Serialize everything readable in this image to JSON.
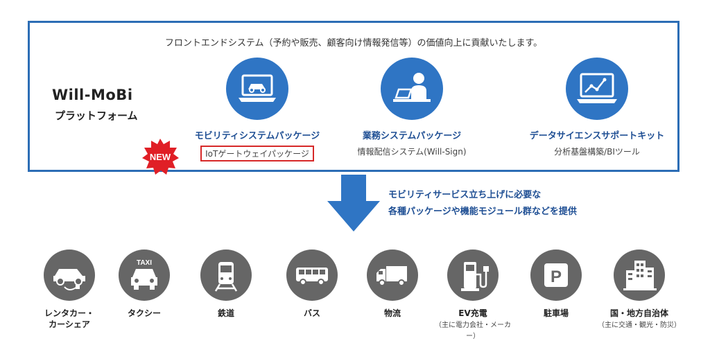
{
  "header": "フロントエンドシステム（予約や販売、顧客向け情報発信等）の価値向上に貢献いたします。",
  "brand": {
    "logo_left": "Will-",
    "logo_right": "MoBi",
    "platform": "プラットフォーム"
  },
  "badge": "NEW",
  "packages": [
    {
      "title": "モビリティシステムパッケージ",
      "sub": "IoTゲートウェイパッケージ",
      "icon": "laptop-car-icon"
    },
    {
      "title": "業務システムパッケージ",
      "sub": "情報配信システム(Will-Sign)",
      "icon": "worker-desk-icon"
    },
    {
      "title": "データサイエンスサポートキット",
      "sub": "分析基盤構築/BIツール",
      "icon": "monitor-chart-icon"
    }
  ],
  "description": {
    "line1": "モビリティサービス立ち上げに必要な",
    "line2": "各種パッケージや機能モジュール群などを提供"
  },
  "services": [
    {
      "label1": "レンタカー・",
      "label2": "カーシェア",
      "sub": "",
      "icon": "ev-car-icon"
    },
    {
      "label1": "タクシー",
      "label2": "",
      "sub": "",
      "icon": "taxi-icon"
    },
    {
      "label1": "鉄道",
      "label2": "",
      "sub": "",
      "icon": "train-icon"
    },
    {
      "label1": "バス",
      "label2": "",
      "sub": "",
      "icon": "bus-icon"
    },
    {
      "label1": "物流",
      "label2": "",
      "sub": "",
      "icon": "truck-icon"
    },
    {
      "label1": "EV充電",
      "label2": "",
      "sub": "（主に電力会社・メーカー）",
      "icon": "ev-charger-icon"
    },
    {
      "label1": "駐車場",
      "label2": "",
      "sub": "",
      "icon": "parking-icon"
    },
    {
      "label1": "国・地方自治体",
      "label2": "",
      "sub": "（主に交通・観光・防災）",
      "icon": "building-icon"
    }
  ],
  "taxi_sign": "TAXI",
  "parking_sign": "P",
  "colors": {
    "frame": "#2c6db5",
    "accent": "#2f75c4",
    "text_blue": "#1f4f94",
    "gray": "#666666",
    "badge_red": "#e01f26"
  }
}
